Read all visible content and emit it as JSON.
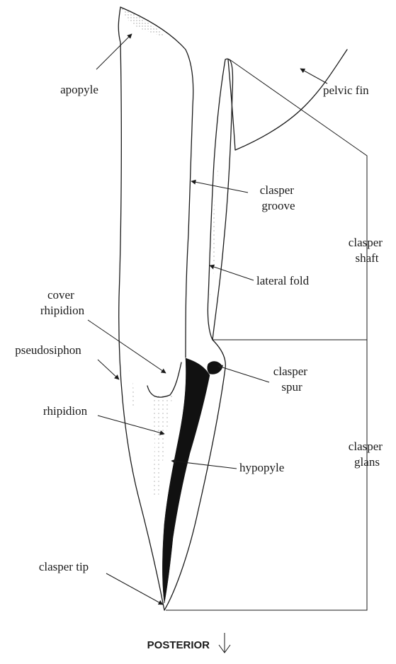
{
  "labels": {
    "apopyle": "apopyle",
    "pelvic_fin": "pelvic fin",
    "clasper_groove": [
      "clasper",
      "groove"
    ],
    "clasper_shaft": [
      "clasper",
      "shaft"
    ],
    "lateral_fold": "lateral fold",
    "cover_rhipidion": [
      "cover",
      "rhipidion"
    ],
    "pseudosiphon": "pseudosiphon",
    "clasper_spur": [
      "clasper",
      "spur"
    ],
    "rhipidion": "rhipidion",
    "clasper_glans": [
      "clasper",
      "glans"
    ],
    "hypopyle": "hypopyle",
    "clasper_tip": "clasper tip"
  },
  "orientation": {
    "text": "POSTERIOR",
    "arrow_icon": "down-arrow-icon"
  },
  "colors": {
    "ink": "#1a1a1a",
    "background": "#ffffff"
  }
}
